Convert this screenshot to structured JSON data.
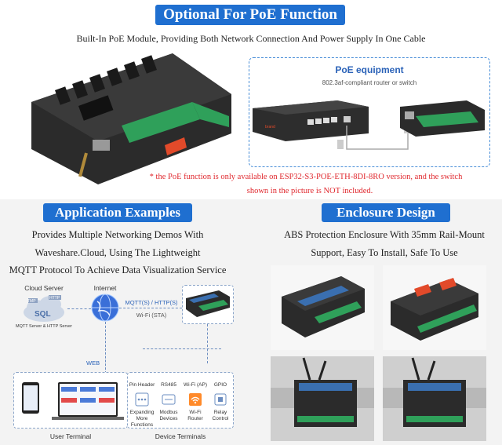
{
  "poe": {
    "title": "Optional For PoE Function",
    "subtitle": "Built-In PoE Module, Providing Both Network Connection And Power Supply In One Cable",
    "equipment_title": "PoE equipment",
    "equipment_sub": "802.3af-compliant router or switch",
    "note_line1": "* the PoE function is only available on ESP32-S3-POE-ETH-8DI-8RO version, and the switch",
    "note_line2": "shown in the picture is NOT included."
  },
  "apps": {
    "title": "Application Examples",
    "line1": "Provides Multiple Networking Demos With",
    "line2": "Waveshare.Cloud, Using The Lightweight",
    "line3": "MQTT Protocol To Achieve Data Visualization Service",
    "cloud_server": "Cloud Server",
    "internet": "Internet",
    "protocol": "MQTT(S) / HTTP(S)",
    "wifi_sta": "Wi-Fi (STA)",
    "sql": "SQL",
    "tmp": "TMP",
    "http": "HTTP",
    "server_caption": "MQTT Server & HTTP Server",
    "web": "WEB",
    "user_terminal": "User Terminal",
    "device_terminals": "Device Terminals",
    "terminals": [
      {
        "top": "Pin Header",
        "bottom": "Expanding More Functions"
      },
      {
        "top": "RS485",
        "bottom": "Modbus Devices"
      },
      {
        "top": "Wi-Fi (AP)",
        "bottom": "Wi-Fi Router"
      },
      {
        "top": "GPIO",
        "bottom": "Relay Control"
      }
    ]
  },
  "enclosure": {
    "title": "Enclosure Design",
    "line1": "ABS Protection Enclosure With 35mm Rail-Mount",
    "line2": "Support, Easy To Install, Safe To Use"
  },
  "colors": {
    "banner": "#1f6fd0",
    "note": "#e0282e",
    "accent_blue": "#2a62b8"
  }
}
